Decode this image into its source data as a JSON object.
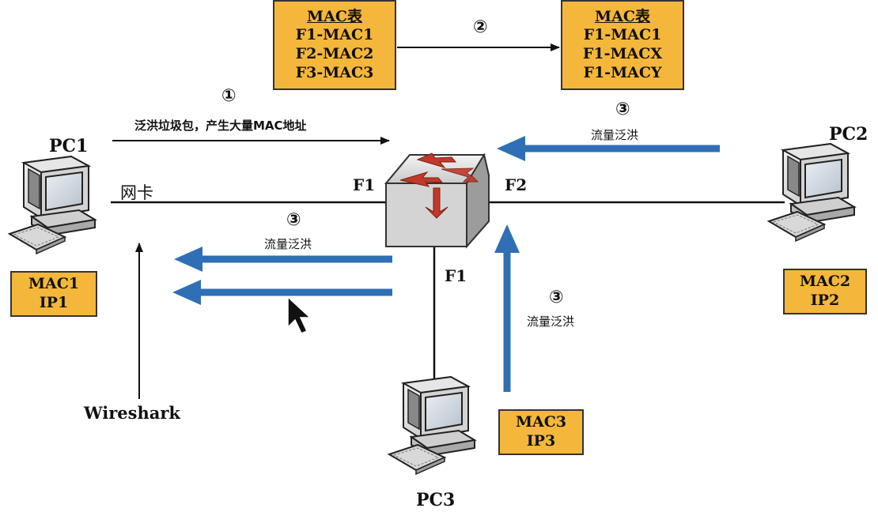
{
  "mac_table_before": {
    "title": "MAC表",
    "entries": [
      "F1-MAC1",
      "F2-MAC2",
      "F3-MAC3"
    ]
  },
  "mac_table_after": {
    "title": "MAC表",
    "entries": [
      "F1-MAC1",
      "F1-MACX",
      "F1-MACY"
    ]
  },
  "steps": {
    "step1_marker": "①",
    "step1_text": "泛洪垃圾包，产生大量MAC地址",
    "step2_marker": "②",
    "step3_marker": "③",
    "flood_text": "流量泛洪"
  },
  "hosts": {
    "pc1": {
      "name": "PC1",
      "mac": "MAC1",
      "ip": "IP1",
      "nic_label": "网卡"
    },
    "pc2": {
      "name": "PC2",
      "mac": "MAC2",
      "ip": "IP2"
    },
    "pc3": {
      "name": "PC3",
      "mac": "MAC3",
      "ip": "IP3"
    }
  },
  "switch_ports": {
    "left": "F1",
    "right": "F2",
    "bottom": "F1"
  },
  "capture_tool": "Wireshark",
  "colors": {
    "box_fill": "#f5b73b",
    "flood_arrow": "#2f6fb5",
    "line": "#111111",
    "switch_arrow": "#c0392b"
  }
}
